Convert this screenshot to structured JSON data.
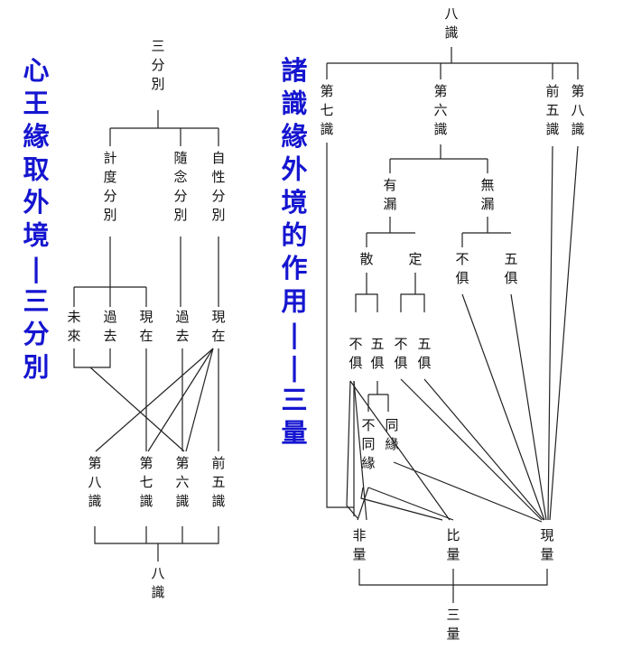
{
  "titles": {
    "left": "心王緣取外境|三分別",
    "right": "諸識緣外境的作用||三量"
  },
  "left_diagram": {
    "root": "三分別",
    "kinds": [
      "計度分別",
      "隨念分別",
      "自性分別"
    ],
    "times": [
      "未來",
      "過去",
      "現在",
      "過去",
      "現在"
    ],
    "consciousnesses": [
      "第八識",
      "第七識",
      "第六識",
      "前五識"
    ],
    "bottom": "八識"
  },
  "right_diagram": {
    "root": "八識",
    "level1": [
      "第七識",
      "第六識",
      "前五識",
      "第八識"
    ],
    "level2": [
      "有漏",
      "無漏"
    ],
    "level3": [
      "散",
      "定",
      "不俱",
      "五俱"
    ],
    "level4": [
      "不俱",
      "五俱",
      "不俱",
      "五俱"
    ],
    "level5": [
      "不同緣",
      "同緣"
    ],
    "pramana": [
      "非量",
      "比量",
      "現量"
    ],
    "bottom": "三量"
  },
  "colors": {
    "title": "#1515d0",
    "lines": "#222222",
    "text": "#111111",
    "background": "#ffffff"
  }
}
